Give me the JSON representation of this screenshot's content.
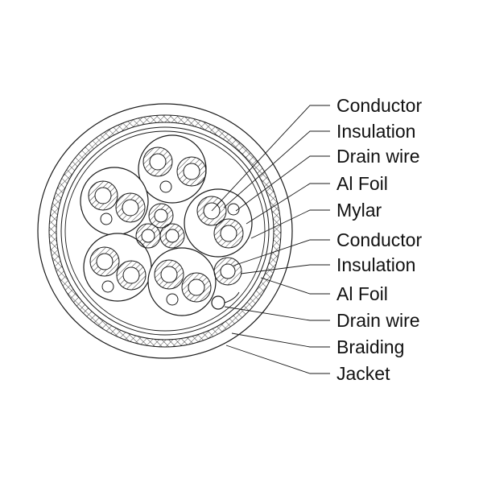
{
  "diagram": {
    "labels": [
      "Conductor",
      "Insulation",
      "Drain wire",
      "Al Foil",
      "Mylar",
      "Conductor",
      "Insulation",
      "Al Foil",
      "Drain wire",
      "Braiding",
      "Jacket"
    ]
  },
  "colors": {
    "line": "#1a1a1a",
    "background": "#ffffff"
  }
}
